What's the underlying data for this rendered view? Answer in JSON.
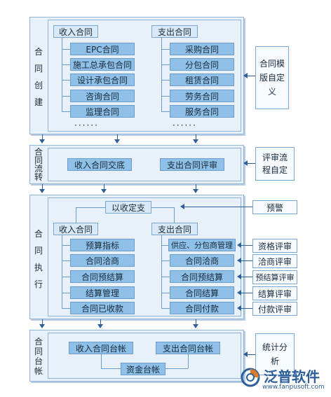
{
  "creation": {
    "label": [
      "合",
      "同",
      "创",
      "建"
    ],
    "income_header": "收入合同",
    "expense_header": "支出合同",
    "income_items": [
      "EPC合同",
      "施工总承包合同",
      "设计承包合同",
      "咨询合同",
      "监理合同"
    ],
    "expense_items": [
      "采购合同",
      "分包合同",
      "租赁合同",
      "劳务合同",
      "服务合同"
    ],
    "ellipsis": "······",
    "side_box": "合同模版自定义"
  },
  "flow": {
    "label": [
      "合",
      "同",
      "流",
      "转"
    ],
    "income": "收入合同交底",
    "expense": "支出合同评审",
    "side_box": "评审流程自定"
  },
  "execution": {
    "label": [
      "合",
      "同",
      "执",
      "行"
    ],
    "center": "以收定支",
    "income_header": "收入合同",
    "expense_header": "支出合同",
    "income_items": [
      "预算指标",
      "合同洽商",
      "合同预结算",
      "结算管理",
      "合同已收款"
    ],
    "expense_items": [
      "供应、分包商管理",
      "合同洽商",
      "合同预结算",
      "合同结算",
      "合同付款"
    ],
    "warning": "预警",
    "reviews": [
      "资格评审",
      "洽商评审",
      "预结算评审",
      "结算评审",
      "付款评审"
    ]
  },
  "ledger": {
    "label": [
      "合",
      "同",
      "台",
      "帐"
    ],
    "income": "收入合同台帐",
    "expense": "支出合同台帐",
    "fund": "资金台帐",
    "side_box": "统计分析"
  },
  "logo": {
    "name": "泛普软件",
    "url": "www.fanpusoft.com"
  },
  "colors": {
    "panel_bg": "#e8f0f9",
    "box_fill": "#8ec0e8",
    "border": "#7aa6d2",
    "arrow": "#2d5f9a"
  }
}
